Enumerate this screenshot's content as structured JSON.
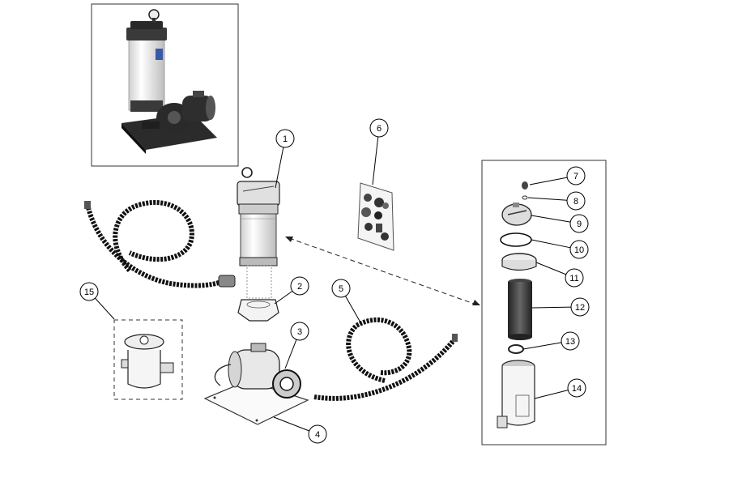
{
  "diagram": {
    "callouts": [
      {
        "id": "1",
        "label": "1"
      },
      {
        "id": "2",
        "label": "2"
      },
      {
        "id": "3",
        "label": "3"
      },
      {
        "id": "4",
        "label": "4"
      },
      {
        "id": "5",
        "label": "5"
      },
      {
        "id": "6",
        "label": "6"
      },
      {
        "id": "7",
        "label": "7"
      },
      {
        "id": "8",
        "label": "8"
      },
      {
        "id": "9",
        "label": "9"
      },
      {
        "id": "10",
        "label": "10"
      },
      {
        "id": "11",
        "label": "11"
      },
      {
        "id": "12",
        "label": "12"
      },
      {
        "id": "13",
        "label": "13"
      },
      {
        "id": "14",
        "label": "14"
      },
      {
        "id": "15",
        "label": "15"
      }
    ],
    "colors": {
      "line": "#000000",
      "part_dark": "#1a1a1a",
      "part_mid": "#8a8a8a",
      "part_light": "#e6e6e6",
      "photo_base": "#2b2b2b",
      "photo_tank": "#f2f2f2"
    }
  }
}
